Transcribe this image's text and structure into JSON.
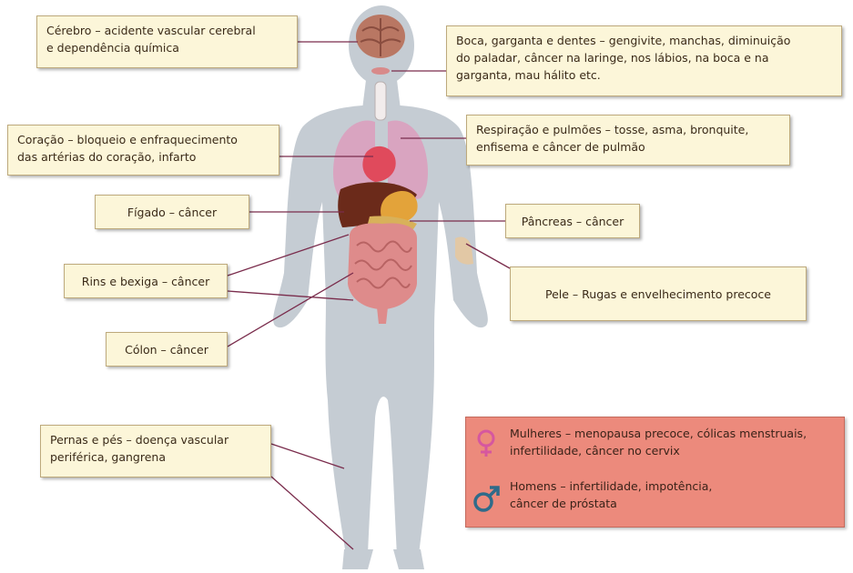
{
  "labels": {
    "brain": [
      "Cérebro – acidente vascular cerebral",
      "e dependência química"
    ],
    "mouth": [
      "Boca, garganta e dentes – gengivite, manchas, diminuição",
      "do paladar, câncer na laringe, nos lábios, na boca e na",
      "garganta, mau hálito etc."
    ],
    "heart": [
      "Coração – bloqueio e enfraquecimento",
      "das artérias do coração, infarto"
    ],
    "lungs": [
      "Respiração e pulmões – tosse, asma, bronquite,",
      "enfisema e câncer de pulmão"
    ],
    "liver": "Fígado – câncer",
    "pancreas": "Pâncreas – câncer",
    "kidneys": "Rins e bexiga – câncer",
    "skin": "Pele – Rugas e envelhecimento precoce",
    "colon": "Cólon – câncer",
    "legs": [
      "Pernas e pés – doença vascular",
      "periférica, gangrena"
    ]
  },
  "gender_effects": {
    "women": {
      "icon": "female-symbol-icon",
      "lines": [
        "Mulheres – menopausa precoce, cólicas menstruais,",
        "infertilidade,  câncer no cervix"
      ]
    },
    "men": {
      "icon": "male-symbol-icon",
      "lines": [
        "Homens – infertilidade, impotência,",
        "câncer de próstata"
      ]
    }
  },
  "colors": {
    "silhouette": "#c5ccd3",
    "label_fill": "#fcf6d9",
    "label_border": "#bda97c",
    "leader_line": "#7a2c4c",
    "panel_fill": "#ec8a7c",
    "female_symbol": "#d6579f",
    "male_symbol": "#2f6b8a"
  }
}
